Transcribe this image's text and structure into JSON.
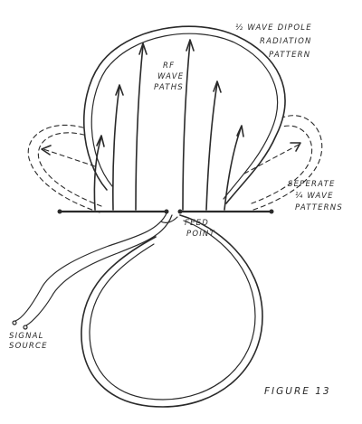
{
  "labels": {
    "dipole_line1": "½ WAVE DIPOLE",
    "dipole_line2": "RADIATION",
    "dipole_line3": "PATTERN",
    "rf_line1": "RF",
    "rf_line2": "WAVE",
    "rf_line3": "PATHS",
    "separate_line1": "SEPERATE",
    "separate_line2": "¼ WAVE",
    "separate_line3": "PATTERNS",
    "feed_line1": "FEED",
    "feed_line2": "POINT",
    "signal_line1": "SIGNAL",
    "signal_line2": "SOURCE",
    "figure": "FIGURE 13"
  }
}
